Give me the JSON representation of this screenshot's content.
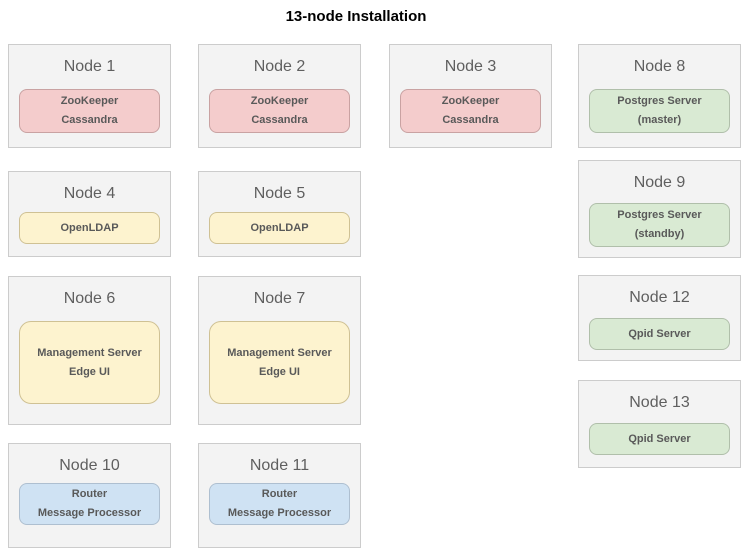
{
  "page": {
    "title": "13-node Installation"
  },
  "colors": {
    "node_background": "#f3f3f3",
    "node_border": "#cccccc",
    "zookeeper_cassandra_fill": "#f4cccc",
    "openldap_fill": "#fdf3cf",
    "management_server_fill": "#fdf3cf",
    "postgres_fill": "#d9ead3",
    "qpid_fill": "#d9ead3",
    "router_fill": "#cfe2f3",
    "label_text": "#595959",
    "title_text": "#000000"
  },
  "nodes": [
    {
      "title": "Node 1",
      "component": {
        "type": "zookeeper-cassandra",
        "color": "red",
        "lines": [
          "ZooKeeper",
          "Cassandra"
        ]
      }
    },
    {
      "title": "Node 2",
      "component": {
        "type": "zookeeper-cassandra",
        "color": "red",
        "lines": [
          "ZooKeeper",
          "Cassandra"
        ]
      }
    },
    {
      "title": "Node 3",
      "component": {
        "type": "zookeeper-cassandra",
        "color": "red",
        "lines": [
          "ZooKeeper",
          "Cassandra"
        ]
      }
    },
    {
      "title": "Node 4",
      "component": {
        "type": "openldap",
        "color": "yellow",
        "lines": [
          "OpenLDAP"
        ]
      }
    },
    {
      "title": "Node 5",
      "component": {
        "type": "openldap",
        "color": "yellow",
        "lines": [
          "OpenLDAP"
        ]
      }
    },
    {
      "title": "Node 6",
      "component": {
        "type": "management-server-edge-ui",
        "color": "yellow",
        "lines": [
          "Management Server",
          "Edge UI"
        ]
      }
    },
    {
      "title": "Node 7",
      "component": {
        "type": "management-server-edge-ui",
        "color": "yellow",
        "lines": [
          "Management Server",
          "Edge UI"
        ]
      }
    },
    {
      "title": "Node 8",
      "component": {
        "type": "postgres-master",
        "color": "green",
        "lines": [
          "Postgres Server",
          "(master)"
        ]
      }
    },
    {
      "title": "Node 9",
      "component": {
        "type": "postgres-standby",
        "color": "green",
        "lines": [
          "Postgres Server",
          "(standby)"
        ]
      }
    },
    {
      "title": "Node 10",
      "component": {
        "type": "router-message-processor",
        "color": "blue",
        "lines": [
          "Router",
          "Message Processor"
        ]
      }
    },
    {
      "title": "Node 11",
      "component": {
        "type": "router-message-processor",
        "color": "blue",
        "lines": [
          "Router",
          "Message Processor"
        ]
      }
    },
    {
      "title": "Node 12",
      "component": {
        "type": "qpid-server",
        "color": "green",
        "lines": [
          "Qpid Server"
        ]
      }
    },
    {
      "title": "Node 13",
      "component": {
        "type": "qpid-server",
        "color": "green",
        "lines": [
          "Qpid Server"
        ]
      }
    }
  ]
}
